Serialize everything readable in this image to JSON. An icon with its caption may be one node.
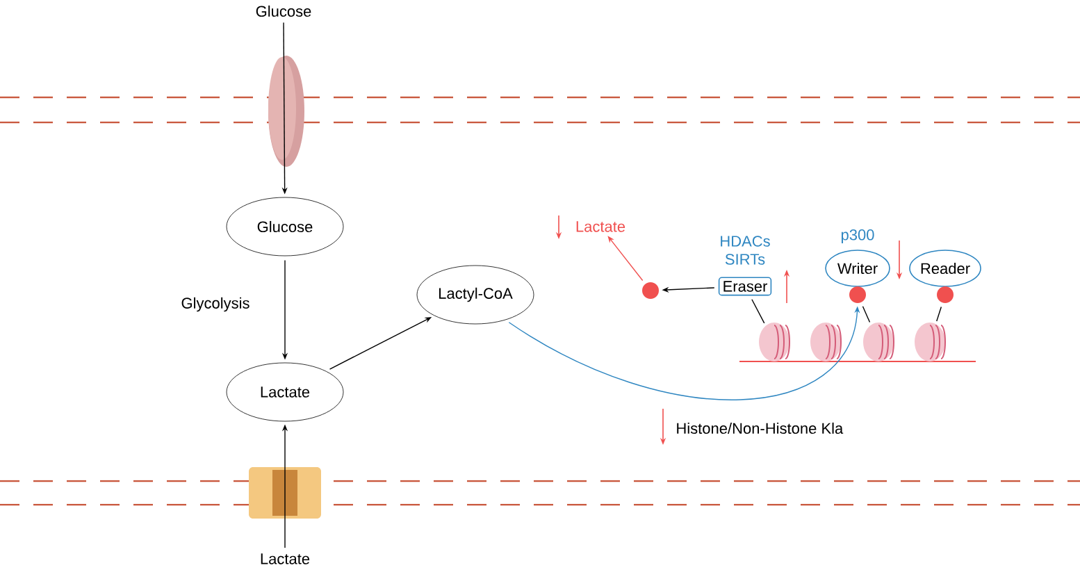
{
  "diagram": {
    "nodes": [
      {
        "text": [
          "Glucose"
        ]
      },
      {
        "text": [
          "Glucose"
        ]
      },
      {
        "text": [
          "Lactate"
        ]
      },
      {
        "text": [
          "Lactyl-CoA"
        ]
      },
      {
        "text": [
          "Lactate"
        ]
      },
      {
        "text": [],
        "shape": "circle"
      },
      {
        "text": [
          "Lactate"
        ]
      },
      {
        "text": [
          "Eraser"
        ],
        "beside": [
          "HDACs SIRTs"
        ]
      },
      {
        "text": [
          "Writer"
        ],
        "beside": [
          "p300"
        ]
      },
      {
        "text": [
          "Reader"
        ]
      },
      {
        "text": [],
        "shape": "circle"
      },
      {
        "text": [],
        "shape": "circle"
      },
      {
        "text": [],
        "shape": "cylinder"
      },
      {
        "text": [],
        "shape": "cylinder"
      },
      {
        "text": [],
        "shape": "cylinder"
      },
      {
        "text": [],
        "shape": "cylinder"
      }
    ],
    "edges": [
      {
        "from": 0,
        "to": 1,
        "arrow": "to"
      },
      {
        "from": 1,
        "to": 2,
        "arrow": "to",
        "label": "Glycolysis"
      },
      {
        "from": 4,
        "to": 2,
        "arrow": "to"
      },
      {
        "from": 2,
        "to": 3,
        "arrow": "to"
      },
      {
        "from": 3,
        "to": 10,
        "arrow": "to",
        "color": "#2e86c1"
      },
      {
        "from": 7,
        "to": 5,
        "arrow": "to"
      },
      {
        "from": 5,
        "to": 6,
        "arrow": "to",
        "color": "#f0504f"
      },
      {
        "from": 7,
        "to": 12,
        "arrow": "none"
      },
      {
        "from": 10,
        "to": 14,
        "arrow": "none"
      },
      {
        "from": 11,
        "to": 15,
        "arrow": "none"
      }
    ],
    "labels": [
      "Histone/Non-Histone Kla"
    ]
  }
}
